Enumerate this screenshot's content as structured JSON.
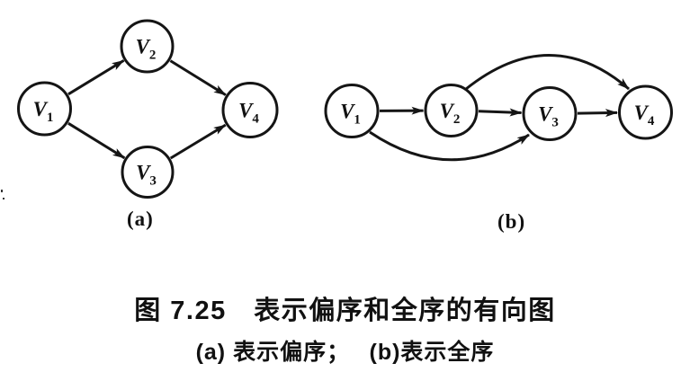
{
  "figure": {
    "caption": {
      "line1": "图 7.25　表示偏序和全序的有向图",
      "line2": "(a) 表示偏序；　 (b)表示全序"
    },
    "graph_a": {
      "label": "(a)",
      "description": "diamond-shaped directed graph (partial order)",
      "nodes": [
        {
          "base": "V",
          "sub": "1"
        },
        {
          "base": "V",
          "sub": "2"
        },
        {
          "base": "V",
          "sub": "3"
        },
        {
          "base": "V",
          "sub": "4"
        }
      ],
      "edges": [
        {
          "from": "V1",
          "to": "V2"
        },
        {
          "from": "V2",
          "to": "V4"
        },
        {
          "from": "V1",
          "to": "V3"
        },
        {
          "from": "V3",
          "to": "V4"
        }
      ]
    },
    "graph_b": {
      "label": "(b)",
      "description": "linear directed graph with two chords (total order)",
      "nodes": [
        {
          "base": "V",
          "sub": "1"
        },
        {
          "base": "V",
          "sub": "2"
        },
        {
          "base": "V",
          "sub": "3"
        },
        {
          "base": "V",
          "sub": "4"
        }
      ],
      "edges": [
        {
          "from": "V1",
          "to": "V2"
        },
        {
          "from": "V2",
          "to": "V3"
        },
        {
          "from": "V3",
          "to": "V4"
        },
        {
          "from": "V2",
          "to": "V4",
          "shape": "arc-above"
        },
        {
          "from": "V1",
          "to": "V3",
          "shape": "arc-below"
        }
      ]
    },
    "colors": {
      "ink": "#151515",
      "background": "#ffffff"
    }
  }
}
